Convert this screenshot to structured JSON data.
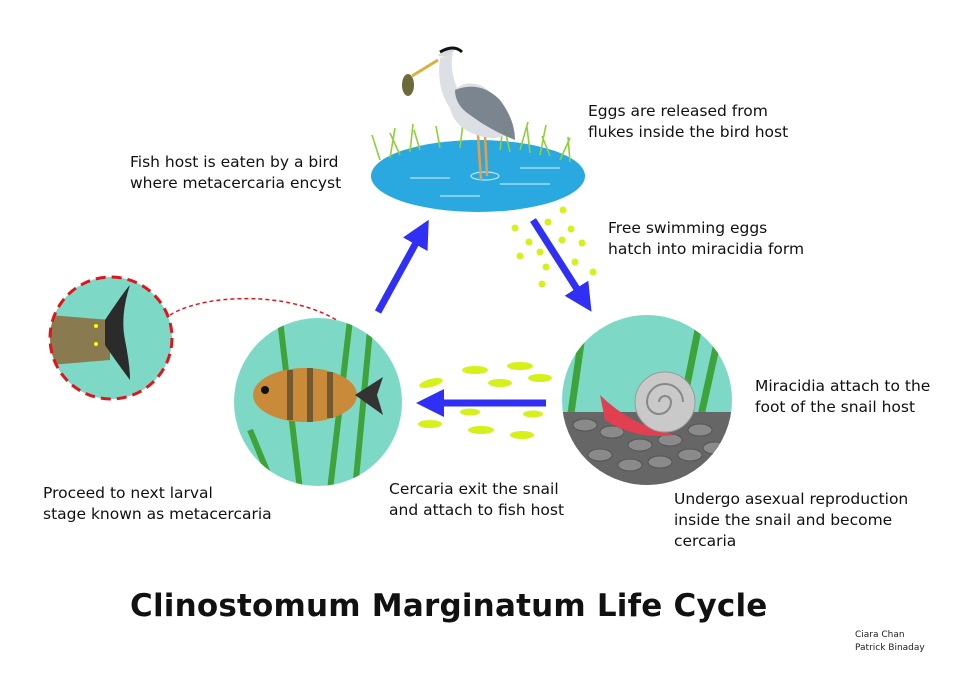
{
  "title": "Clinostomum Marginatum Life Cycle",
  "credits": "Ciara Chan\nPatrick Binaday",
  "steps": {
    "bird_eats_fish": "Fish host is eaten by a bird\nwhere metacercaria encyst",
    "eggs_released": "Eggs are released from\nflukes inside the bird host",
    "eggs_hatch": "Free swimming eggs\nhatch into miracidia form",
    "miracidia_attach": "Miracidia attach to the\nfoot of the snail host",
    "asexual_reproduction": "Undergo asexual reproduction\ninside the snail and become\ncercaria",
    "cercaria_exit": "Cercaria exit the snail\nand attach to fish host",
    "metacercaria": "Proceed to next larval\nstage known as metacercaria"
  },
  "colors": {
    "arrow": "#2f2ff5",
    "circle_bg": "#7dd9c6",
    "pond": "#2aa9e0",
    "larvae": "#d6f019",
    "dashed_outline": "#e0151c"
  },
  "illustrations": [
    "heron-in-pond",
    "bluegill-fish",
    "snail-on-rocks",
    "fish-tail-closeup"
  ]
}
